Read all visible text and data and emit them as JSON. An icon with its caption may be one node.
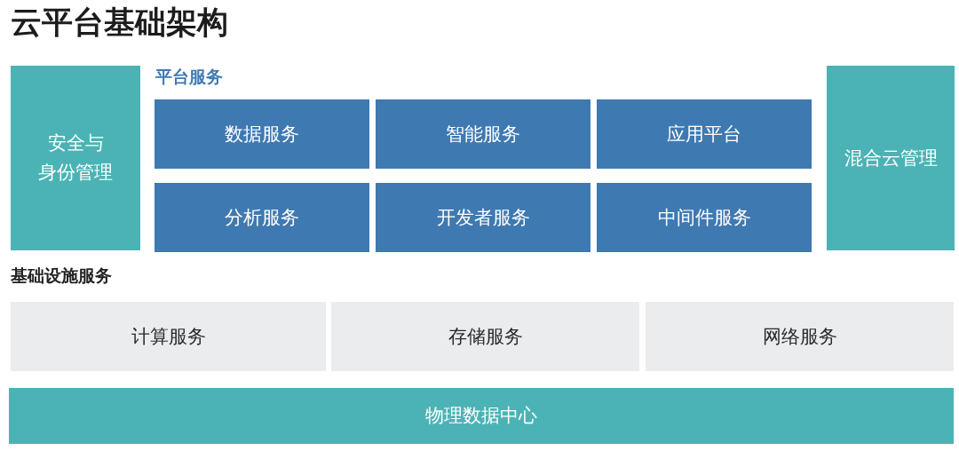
{
  "diagram": {
    "title": "云平台基础架构",
    "nodes": [
      {
        "text": [
          "安全与身份管理"
        ]
      },
      {
        "text": [
          "数据服务"
        ]
      },
      {
        "text": [
          "智能服务"
        ]
      },
      {
        "text": [
          "应用平台"
        ]
      },
      {
        "text": [
          "分析服务"
        ]
      },
      {
        "text": [
          "开发者服务"
        ]
      },
      {
        "text": [
          "中间件服务"
        ]
      },
      {
        "text": [
          "混合云管理"
        ]
      },
      {
        "text": [
          "计算服务"
        ]
      },
      {
        "text": [
          "存储服务"
        ]
      },
      {
        "text": [
          "网络服务"
        ]
      },
      {
        "text": [
          "物理数据中心"
        ]
      }
    ],
    "labels": [
      "平台服务",
      "基础设施服务"
    ]
  }
}
